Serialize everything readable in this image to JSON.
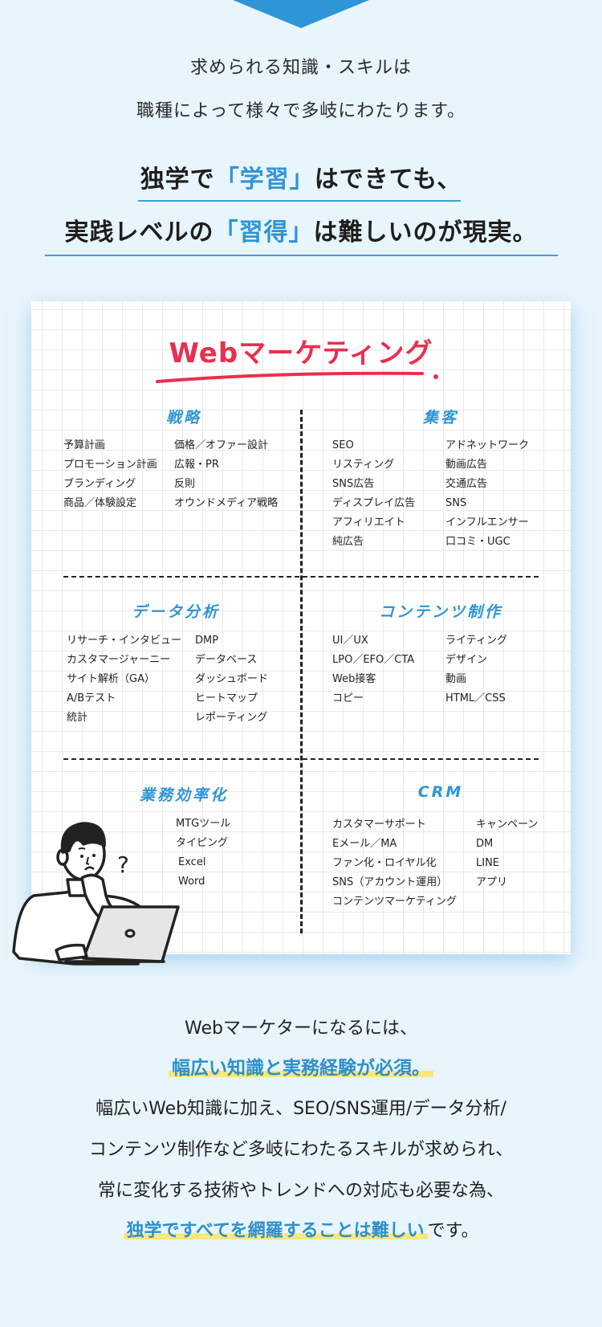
{
  "header": {
    "intro_line1": "求められる知識・スキルは",
    "intro_line2": "職種によって様々で多岐にわたります。",
    "headline_line1": {
      "pre": "独学で",
      "emphasis": "「学習」",
      "post": "はできても、"
    },
    "headline_line2": {
      "pre": "実践レベルの",
      "emphasis": "「習得」",
      "post": "は難しいのが現実。"
    }
  },
  "card": {
    "title": "Webマーケティング",
    "sections": [
      {
        "id": "strategy",
        "title": "戦略",
        "col1": [
          "予算計画",
          "プロモーション計画",
          "ブランディング",
          "商品／体験設定"
        ],
        "col2": [
          "価格／オファー設計",
          "広報・PR",
          "反則",
          "オウンドメディア戦略"
        ]
      },
      {
        "id": "acquisition",
        "title": "集客",
        "col1": [
          "SEO",
          "リスティング",
          "SNS広告",
          "ディスプレイ広告",
          "アフィリエイト",
          "純広告"
        ],
        "col2": [
          "アドネットワーク",
          "動画広告",
          "交通広告",
          "SNS",
          "インフルエンサー",
          "口コミ・UGC"
        ]
      },
      {
        "id": "data-analysis",
        "title": "データ分析",
        "col1": [
          "リサーチ・インタビュー",
          "カスタマージャーニー",
          "サイト解析（GA）",
          "A/Bテスト",
          "統計"
        ],
        "col2": [
          "DMP",
          "データベース",
          "ダッシュボード",
          "ヒートマップ",
          "レポーティング"
        ]
      },
      {
        "id": "content",
        "title": "コンテンツ制作",
        "col1": [
          "UI／UX",
          "LPO／EFO／CTA",
          "Web接客",
          "コピー"
        ],
        "col2": [
          "ライティング",
          "デザイン",
          "動画",
          "HTML／CSS"
        ]
      },
      {
        "id": "efficiency",
        "title": "業務効率化",
        "col1": [
          "MTGツール",
          "タイピング",
          "Excel",
          "Word"
        ]
      },
      {
        "id": "crm",
        "title": "CRM",
        "col1": [
          "カスタマーサポート",
          "Eメール／MA",
          "ファン化・ロイヤル化",
          "SNS（アカウント運用）",
          "コンテンツマーケティング"
        ],
        "col2": [
          "キャンペーン",
          "DM",
          "LINE",
          "アプリ"
        ]
      }
    ]
  },
  "illustration": {
    "label": "thinking-man-with-laptop",
    "question_mark": "?"
  },
  "footer": {
    "line1": "Webマーケターになるには、",
    "line2_emphasis": "幅広い知識と実務経験が必須。",
    "line3": "幅広いWeb知識に加え、SEO/SNS運用/データ分析/",
    "line4": "コンテンツ制作など多岐にわたるスキルが求められ、",
    "line5": "常に変化する技術やトレンドへの対応も必要な為、",
    "line6_emphasis": "独学ですべてを網羅することは難しい",
    "line6_post": "です。"
  },
  "colors": {
    "accent_blue": "#2e95d6",
    "title_red": "#e8304e",
    "highlight_yellow": "#fbe77b",
    "background": "#e8f5fd"
  }
}
